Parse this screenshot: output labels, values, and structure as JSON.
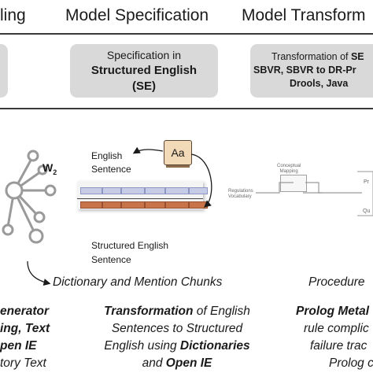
{
  "columns": {
    "left_fragment": "ling",
    "model_specification": "Model Specification",
    "model_transformation_fragment": "Model Transform"
  },
  "boxes": {
    "spec": {
      "line1": "Specification in",
      "line2": "Structured English",
      "line3": "(SE)"
    },
    "transform": {
      "line1_prefix": "Transformation of ",
      "line1_bold": "SE",
      "line2": "SBVR, SBVR to DR-Pr",
      "line3": "Drools, Java"
    }
  },
  "diagram": {
    "node_label": "W",
    "node_sub": "2",
    "english_sentence_1": "English",
    "english_sentence_2": "Sentence",
    "dictionary_icon": "Aa",
    "structured_1": "Structured English",
    "structured_2": "Sentence",
    "conceptual_1": "Conceptual",
    "conceptual_2": "Mapping",
    "regulations_1": "Regulations",
    "regulations_2": "Vocabulary",
    "pr_fragment": "Pr",
    "qu_fragment": "Qu",
    "chunks_caption": "Dictionary and Mention Chunks",
    "procedure_caption": "Procedure"
  },
  "bottom": {
    "left": {
      "l1": "enerator",
      "l2a": "ing, ",
      "l2b": "Text",
      "l3": "pen IE",
      "l4": "tory Text"
    },
    "middle": {
      "l1a": "Transformation",
      "l1b": " of English",
      "l2": "Sentences to Structured",
      "l3a": "English using ",
      "l3b": "Dictionaries",
      "l4a": "and ",
      "l4b": "Open IE"
    },
    "right": {
      "l1": "Prolog Metal",
      "l2": "rule complic",
      "l3": "failure trac",
      "l4": "Prolog c"
    }
  },
  "colors": {
    "box_gray": "#d9d9d9",
    "rule": "#3a3a3a",
    "blue_chunk": "#c6cce6",
    "orange_chunk": "#c8744a",
    "network": "#9a9a9a"
  }
}
